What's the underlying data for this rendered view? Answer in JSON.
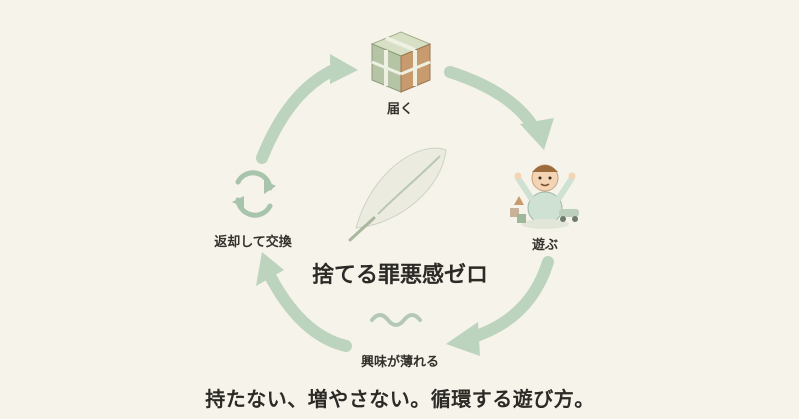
{
  "steps": {
    "deliver": "届く",
    "play": "遊ぶ",
    "fade": "興味が薄れる",
    "return": "返却して交換"
  },
  "center_title": "捨てる罪悪感ゼロ",
  "tagline": "持たない、増やさない。循環する遊び方。",
  "colors": {
    "background": "#f6f3ea",
    "arrow": "#bcd3bd",
    "text": "#2c2a26"
  }
}
